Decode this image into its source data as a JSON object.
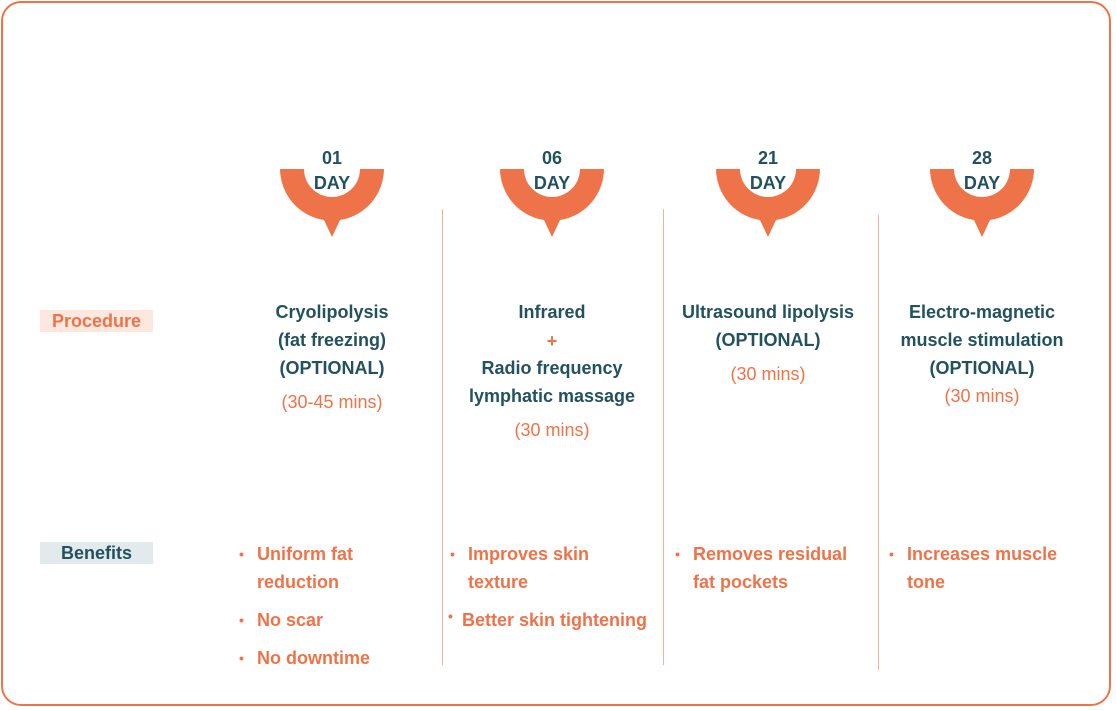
{
  "accent_color": "#ef7348",
  "text_color": "#23525f",
  "row_labels": {
    "procedure": "Procedure",
    "benefits": "Benefits"
  },
  "timeline": [
    {
      "day_number": "01",
      "day_word": "DAY",
      "procedure_lines": [
        "Cryolipolysis",
        "(fat freezing)",
        "(OPTIONAL)"
      ],
      "duration": "(30-45 mins)",
      "benefits": [
        "Uniform fat reduction",
        "No scar",
        "No downtime"
      ]
    },
    {
      "day_number": "06",
      "day_word": "DAY",
      "procedure_lines": [
        "Infrared",
        "+",
        "Radio frequency",
        "lymphatic massage"
      ],
      "duration": "(30 mins)",
      "benefits": [
        "Improves skin texture",
        "Better skin tightening"
      ]
    },
    {
      "day_number": "21",
      "day_word": "DAY",
      "procedure_lines": [
        "Ultrasound lipolysis",
        "(OPTIONAL)"
      ],
      "duration": "(30 mins)",
      "benefits": [
        "Removes residual fat pockets"
      ]
    },
    {
      "day_number": "28",
      "day_word": "DAY",
      "procedure_lines": [
        "Electro-magnetic",
        "muscle stimulation",
        "(OPTIONAL)"
      ],
      "duration": "(30 mins)",
      "benefits": [
        "Increases muscle tone"
      ]
    }
  ]
}
